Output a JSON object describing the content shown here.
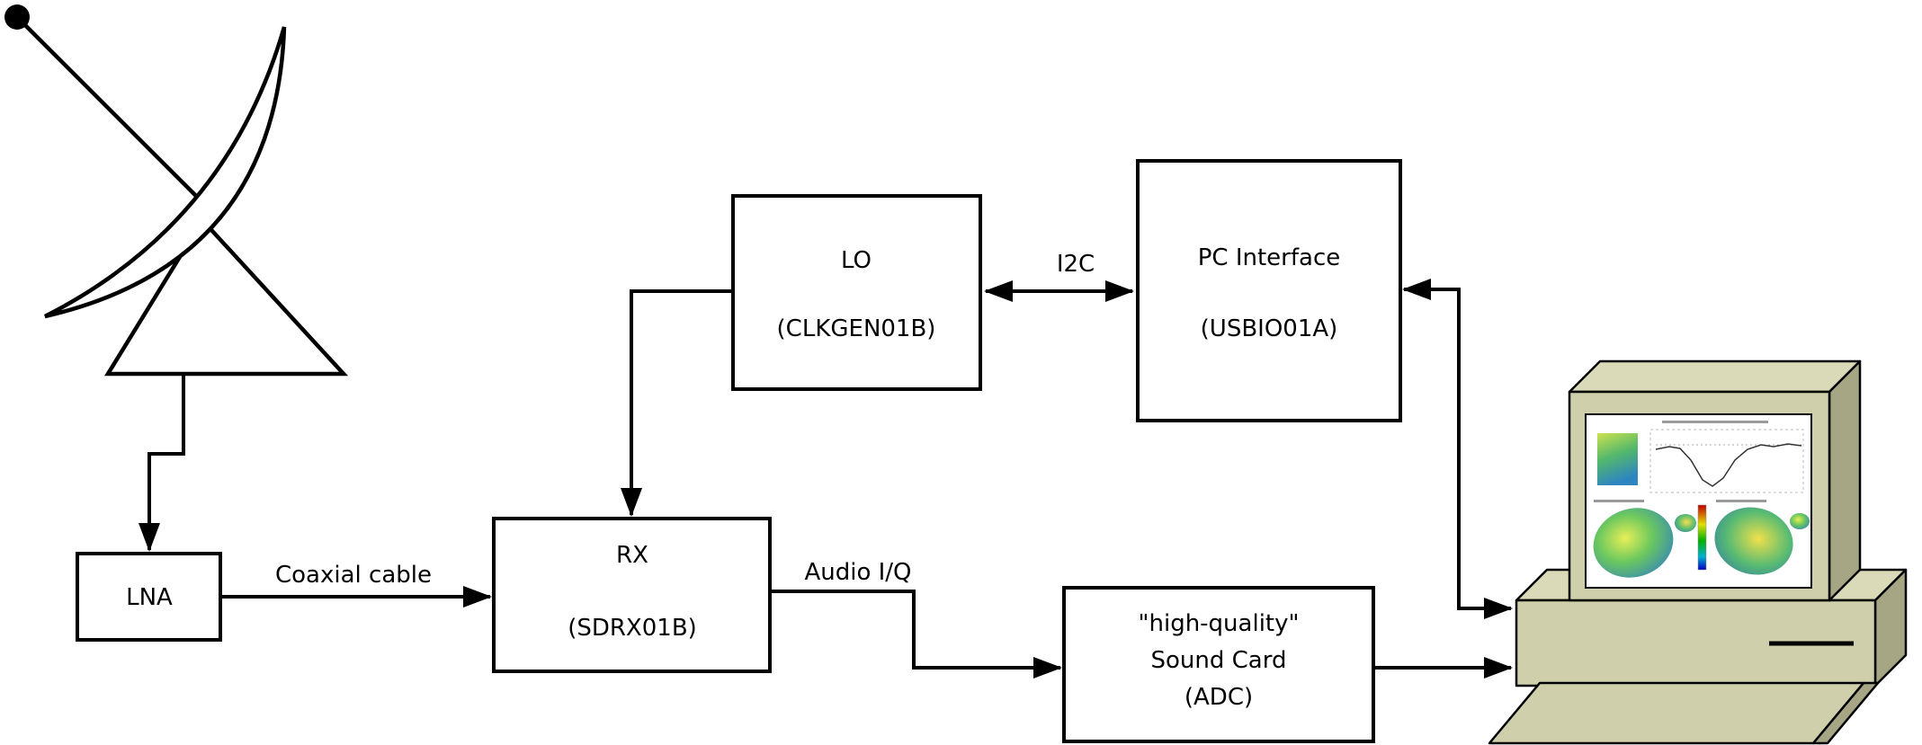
{
  "blocks": {
    "lna": {
      "label": "LNA"
    },
    "rx": {
      "label": "RX",
      "sublabel": "(SDRX01B)"
    },
    "lo": {
      "label": "LO",
      "sublabel": "(CLKGEN01B)"
    },
    "pc_interface": {
      "label": "PC Interface",
      "sublabel": "(USBIO01A)"
    },
    "sound_card": {
      "line1": "\"high-quality\"",
      "line2": "Sound Card",
      "line3": "(ADC)"
    }
  },
  "connection_labels": {
    "coaxial": "Coaxial cable",
    "i2c": "I2C",
    "audio_iq": "Audio I/Q"
  },
  "colors": {
    "diagram_stroke": "#000000",
    "box_fill": "#ffffff",
    "background": "#ffffff",
    "computer_body": "#cfcfab",
    "computer_top": "#dadab8",
    "computer_side": "#a6a684",
    "screen_background": "#ffffff"
  }
}
